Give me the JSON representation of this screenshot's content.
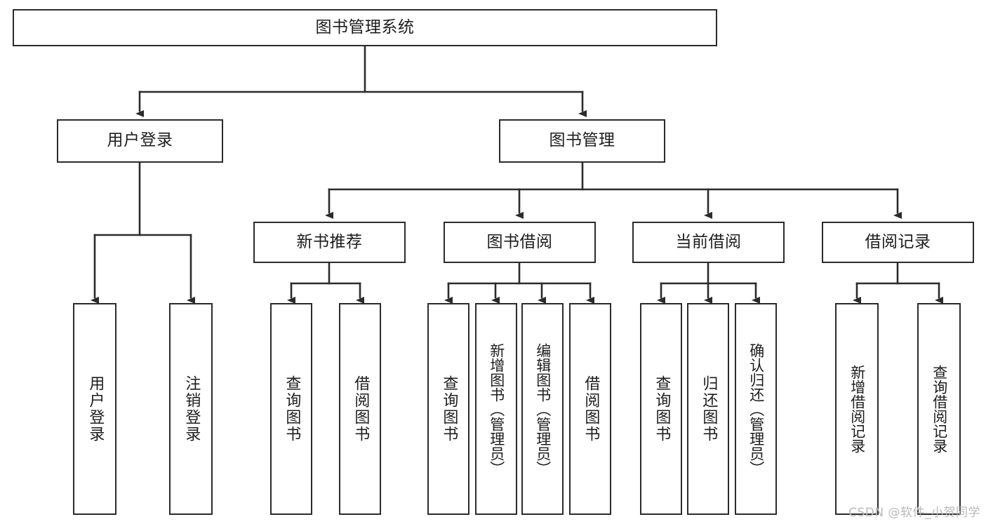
{
  "diagram": {
    "title": "图书管理系统",
    "type": "tree",
    "watermark": "CSDN @软件_小贺同学",
    "colors": {
      "stroke": "#2b2b2b",
      "fill": "#ffffff",
      "text": "#1d1d1d",
      "watermark": "#b9b9b9"
    },
    "nodes": {
      "root": {
        "label": "图书管理系统"
      },
      "tier1": [
        {
          "label": "用户登录"
        },
        {
          "label": "图书管理"
        }
      ],
      "tier2": [
        {
          "label": "新书推荐"
        },
        {
          "label": "图书借阅"
        },
        {
          "label": "当前借阅"
        },
        {
          "label": "借阅记录"
        }
      ],
      "leaves": {
        "user_login": [
          {
            "label": "用户登录"
          },
          {
            "label": "注销登录"
          }
        ],
        "new_books": [
          {
            "label": "查询图书"
          },
          {
            "label": "借阅图书"
          }
        ],
        "book_borrow": [
          {
            "label": "查询图书"
          },
          {
            "label": "新增图书（管理员）"
          },
          {
            "label": "编辑图书（管理员）"
          },
          {
            "label": "借阅图书"
          }
        ],
        "current_borrow": [
          {
            "label": "查询图书"
          },
          {
            "label": "归还图书"
          },
          {
            "label": "确认归还（管理员）"
          }
        ],
        "borrow_records": [
          {
            "label": "新增借阅记录"
          },
          {
            "label": "查询借阅记录"
          }
        ]
      }
    }
  }
}
